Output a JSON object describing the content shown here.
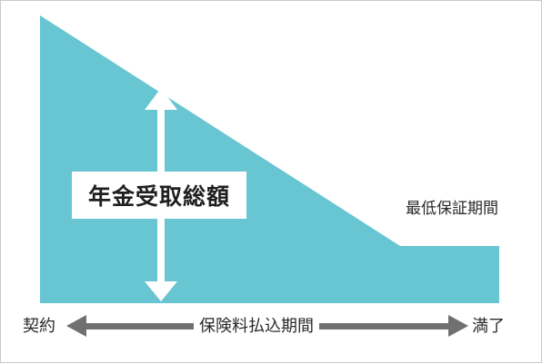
{
  "diagram": {
    "total_label": "年金受取総額",
    "min_guarantee_label": "最低保証期間",
    "timeline": {
      "start_label": "契約",
      "middle_label": "保険料払込期間",
      "end_label": "満了"
    },
    "colors": {
      "area": "#68c5d2",
      "arrow_white": "#ffffff",
      "timeline_arrow": "#707070",
      "text": "#2a2a2a"
    }
  }
}
